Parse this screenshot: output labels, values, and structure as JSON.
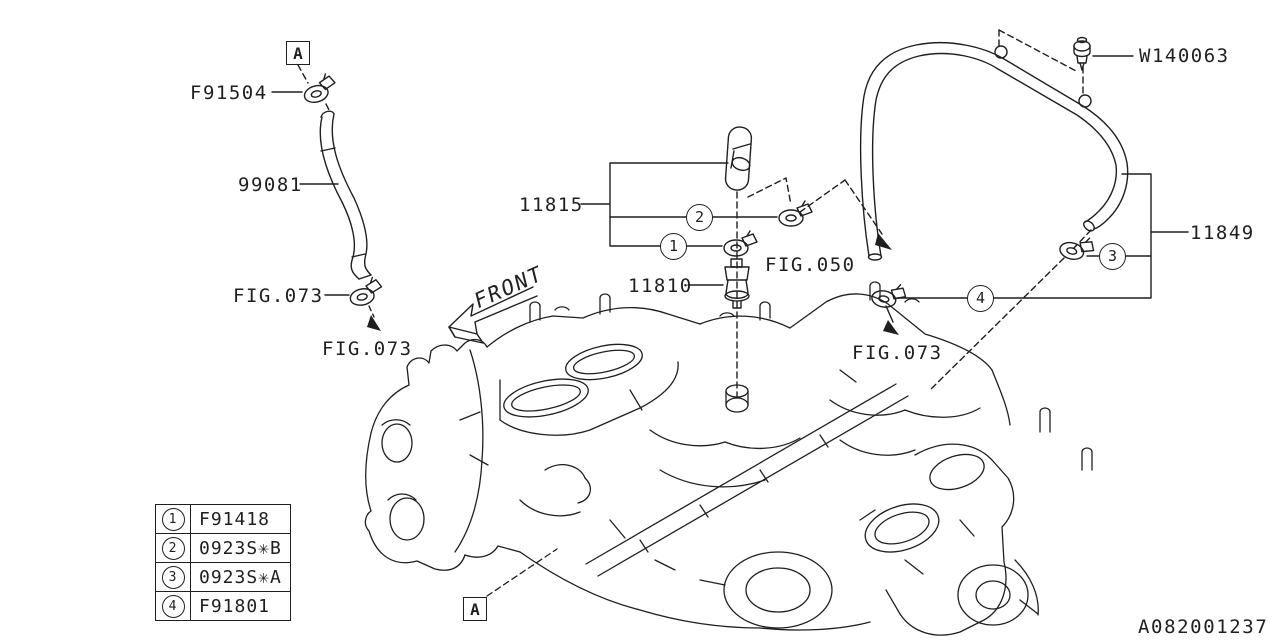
{
  "diagram": {
    "drawing_number": "A082001237",
    "front_arrow": "FRONT",
    "view_marker": "A"
  },
  "part_labels": {
    "clamp_f91504": "F91504",
    "hose_99081": "99081",
    "assembly_11815": "11815",
    "valve_11810": "11810",
    "hose_assembly_11849": "11849",
    "bolt_w140063": "W140063"
  },
  "figure_refs": {
    "fig073": "FIG.073",
    "fig050": "FIG.050"
  },
  "callouts": {
    "c1": "1",
    "c2": "2",
    "c3": "3",
    "c4": "4"
  },
  "legend": {
    "rows": [
      {
        "callout": "1",
        "part_number": "F91418"
      },
      {
        "callout": "2",
        "part_number": "0923S✳B"
      },
      {
        "callout": "3",
        "part_number": "0923S✳A"
      },
      {
        "callout": "4",
        "part_number": "F91801"
      }
    ]
  },
  "colors": {
    "line": "#1f1f1f",
    "background": "#ffffff"
  }
}
